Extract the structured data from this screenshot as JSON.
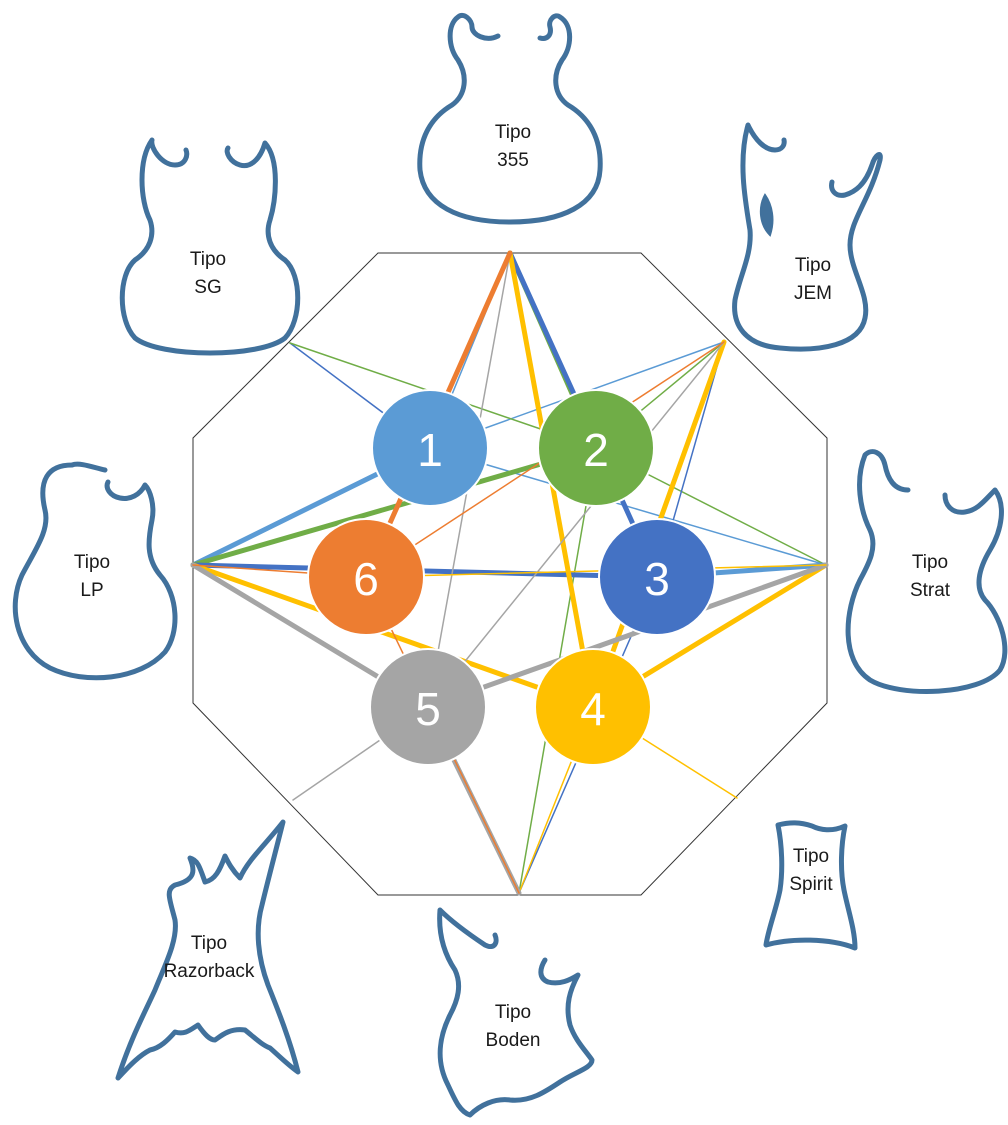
{
  "guitar_types": [
    {
      "id": "355",
      "line1": "Tipo",
      "line2": "355"
    },
    {
      "id": "jem",
      "line1": "Tipo",
      "line2": "JEM"
    },
    {
      "id": "strat",
      "line1": "Tipo",
      "line2": "Strat"
    },
    {
      "id": "spirit",
      "line1": "Tipo",
      "line2": "Spirit"
    },
    {
      "id": "boden",
      "line1": "Tipo",
      "line2": "Boden"
    },
    {
      "id": "razorback",
      "line1": "Tipo",
      "line2": "Razorback"
    },
    {
      "id": "lp",
      "line1": "Tipo",
      "line2": "LP"
    },
    {
      "id": "sg",
      "line1": "Tipo",
      "line2": "SG"
    }
  ],
  "nodes": [
    {
      "label": "1",
      "color": "#5b9bd5"
    },
    {
      "label": "2",
      "color": "#70ad47"
    },
    {
      "label": "3",
      "color": "#4472c4"
    },
    {
      "label": "4",
      "color": "#ffc000"
    },
    {
      "label": "5",
      "color": "#a5a5a5"
    },
    {
      "label": "6",
      "color": "#ed7d31"
    }
  ],
  "colors": {
    "node1": "#5b9bd5",
    "node2": "#70ad47",
    "node3": "#4472c4",
    "node4": "#ffc000",
    "node5": "#a5a5a5",
    "node6": "#ed7d31",
    "outline": "#41719c",
    "octagon": "#333333"
  },
  "connections": [
    {
      "from": "node1",
      "to": "355",
      "color": "#5b9bd5",
      "weight": "thin"
    },
    {
      "from": "node1",
      "to": "jem",
      "color": "#5b9bd5",
      "weight": "thin"
    },
    {
      "from": "node1",
      "to": "strat",
      "color": "#5b9bd5",
      "weight": "thin"
    },
    {
      "from": "node1",
      "to": "lp",
      "color": "#5b9bd5",
      "weight": "thick"
    },
    {
      "from": "node1",
      "to": "sg",
      "color": "#4472c4",
      "weight": "thin"
    },
    {
      "from": "node2",
      "to": "355",
      "color": "#70ad47",
      "weight": "thick"
    },
    {
      "from": "node2",
      "to": "jem",
      "color": "#70ad47",
      "weight": "thin"
    },
    {
      "from": "node2",
      "to": "strat",
      "color": "#70ad47",
      "weight": "thin"
    },
    {
      "from": "node2",
      "to": "lp",
      "color": "#70ad47",
      "weight": "thick"
    },
    {
      "from": "node2",
      "to": "sg",
      "color": "#70ad47",
      "weight": "thin"
    },
    {
      "from": "node2",
      "to": "boden",
      "color": "#70ad47",
      "weight": "thin"
    },
    {
      "from": "node3",
      "to": "355",
      "color": "#4472c4",
      "weight": "thick"
    },
    {
      "from": "node3",
      "to": "jem",
      "color": "#4472c4",
      "weight": "thin"
    },
    {
      "from": "node3",
      "to": "strat",
      "color": "#5b9bd5",
      "weight": "thick"
    },
    {
      "from": "node3",
      "to": "lp",
      "color": "#4472c4",
      "weight": "thick"
    },
    {
      "from": "node3",
      "to": "boden",
      "color": "#4472c4",
      "weight": "thin"
    },
    {
      "from": "node4",
      "to": "355",
      "color": "#ffc000",
      "weight": "thick"
    },
    {
      "from": "node4",
      "to": "jem",
      "color": "#ffc000",
      "weight": "thick"
    },
    {
      "from": "node4",
      "to": "strat",
      "color": "#ffc000",
      "weight": "thick"
    },
    {
      "from": "node4",
      "to": "lp",
      "color": "#ffc000",
      "weight": "thick"
    },
    {
      "from": "node4",
      "to": "boden",
      "color": "#ffc000",
      "weight": "thin"
    },
    {
      "from": "node4",
      "to": "spirit",
      "color": "#ffc000",
      "weight": "thin"
    },
    {
      "from": "node5",
      "to": "355",
      "color": "#a5a5a5",
      "weight": "thin"
    },
    {
      "from": "node5",
      "to": "jem",
      "color": "#a5a5a5",
      "weight": "thin"
    },
    {
      "from": "node5",
      "to": "strat",
      "color": "#a5a5a5",
      "weight": "thick"
    },
    {
      "from": "node5",
      "to": "lp",
      "color": "#a5a5a5",
      "weight": "thick"
    },
    {
      "from": "node5",
      "to": "boden",
      "color": "#a5a5a5",
      "weight": "thick"
    },
    {
      "from": "node5",
      "to": "razorback",
      "color": "#a5a5a5",
      "weight": "thin"
    },
    {
      "from": "node6",
      "to": "355",
      "color": "#ed7d31",
      "weight": "thick"
    },
    {
      "from": "node6",
      "to": "jem",
      "color": "#ed7d31",
      "weight": "thin"
    },
    {
      "from": "node6",
      "to": "lp",
      "color": "#ed7d31",
      "weight": "thin"
    },
    {
      "from": "node6",
      "to": "boden",
      "color": "#ed7d31",
      "weight": "thin"
    },
    {
      "from": "node6",
      "to": "strat",
      "color": "#ffc000",
      "weight": "thin"
    }
  ]
}
